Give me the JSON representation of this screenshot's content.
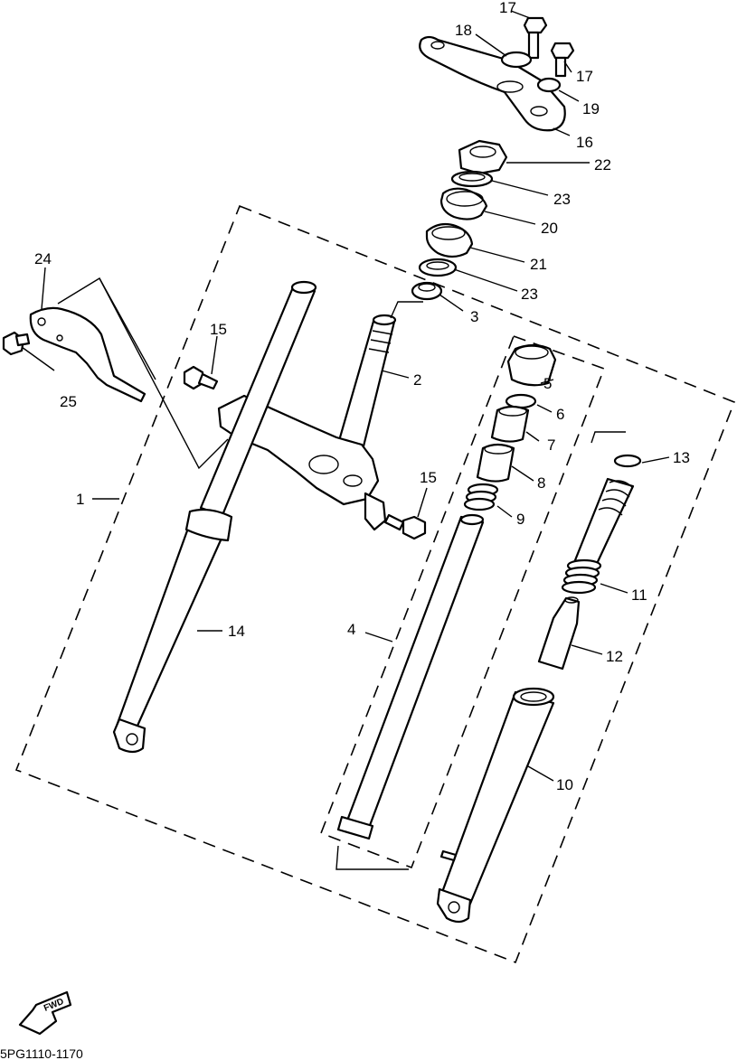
{
  "diagram": {
    "drawing_code": "5PG1110-1170",
    "direction_label": "FWD",
    "callouts": {
      "c1": "1",
      "c2": "2",
      "c3": "3",
      "c4": "4",
      "c5": "5",
      "c6": "6",
      "c7": "7",
      "c8": "8",
      "c9": "9",
      "c10": "10",
      "c11": "11",
      "c12": "12",
      "c13": "13",
      "c14": "14",
      "c15a": "15",
      "c15b": "15",
      "c16": "16",
      "c17a": "17",
      "c17b": "17",
      "c18": "18",
      "c19": "19",
      "c20": "20",
      "c21": "21",
      "c22": "22",
      "c23a": "23",
      "c23b": "23",
      "c24": "24",
      "c25": "25"
    }
  }
}
